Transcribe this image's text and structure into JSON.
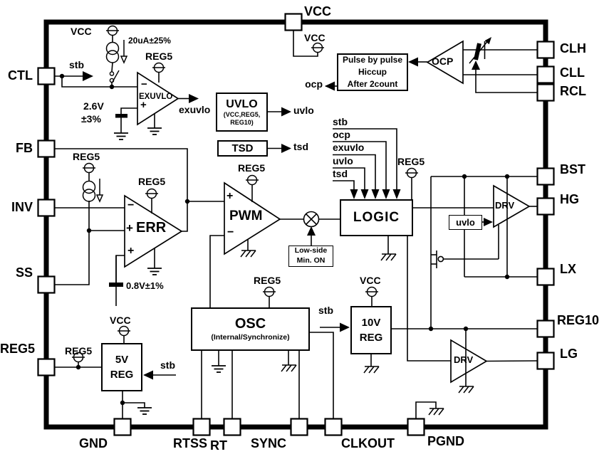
{
  "supplies": {
    "vcc": "VCC",
    "reg5": "REG5"
  },
  "pins": {
    "ctl": "CTL",
    "fb": "FB",
    "inv": "INV",
    "ss": "SS",
    "reg5": "REG5",
    "vcc": "VCC",
    "clh": "CLH",
    "cll": "CLL",
    "rcl": "RCL",
    "bst": "BST",
    "hg": "HG",
    "lx": "LX",
    "reg10": "REG10",
    "lg": "LG",
    "gnd": "GND",
    "rtss": "RTSS",
    "rt": "RT",
    "sync": "SYNC",
    "clkout": "CLKOUT",
    "pgnd": "PGND"
  },
  "signals": {
    "stb": "stb",
    "ocp": "ocp",
    "exuvlo": "exuvlo",
    "uvlo": "uvlo",
    "tsd": "tsd"
  },
  "values": {
    "bias_current": "20uA±25%",
    "exuvlo_ref_v": "2.6V",
    "exuvlo_ref_tol": "±3%",
    "err_ref": "0.8V±1%"
  },
  "blocks": {
    "pulse": {
      "line1": "Pulse by pulse",
      "line2": "Hiccup",
      "line3": "After 2count"
    },
    "uvlo": {
      "title": "UVLO",
      "sub1": "(VCC,REG5,",
      "sub2": "REG10)"
    },
    "tsd": "TSD",
    "logic": "LOGIC",
    "lowside": {
      "line1": "Low-side",
      "line2": "Min. ON"
    },
    "uvlo_small": "uvlo",
    "osc": {
      "title": "OSC",
      "subtitle": "(Internal/Synchronize)"
    },
    "reg10v": {
      "line1": "10V",
      "line2": "REG"
    },
    "reg5v": {
      "line1": "5V",
      "line2": "REG"
    }
  },
  "amps": {
    "exuvlo": "EXUVLO",
    "err": "ERR",
    "pwm": "PWM",
    "ocp": "OCP",
    "drv": "DRV"
  },
  "glyphs": {
    "plus": "+",
    "minus": "−"
  }
}
